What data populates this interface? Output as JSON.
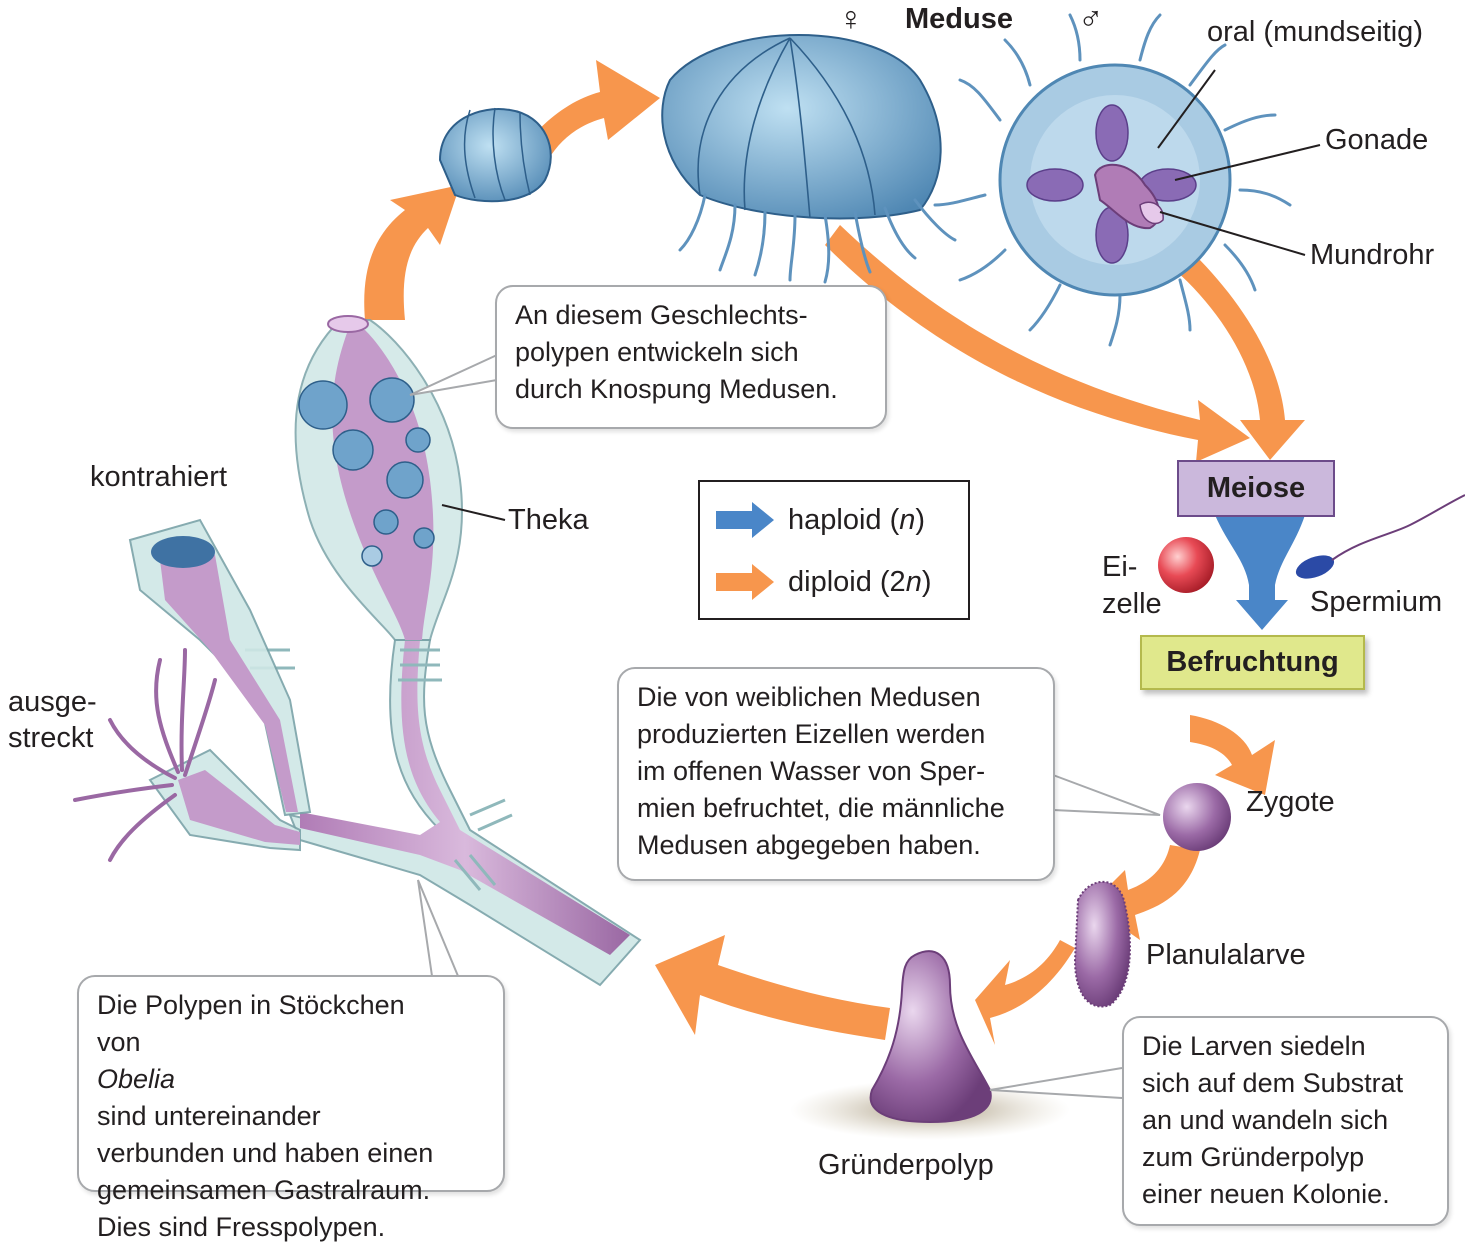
{
  "labels": {
    "female_symbol": "♀",
    "medusa_title": "Meduse",
    "male_symbol": "♂",
    "oral": "oral (mundseitig)",
    "gonade": "Gonade",
    "mundrohr": "Mundrohr",
    "theka": "Theka",
    "kontrahiert": "kontrahiert",
    "ausgestreckt_1": "ausge-",
    "ausgestreckt_2": "streckt",
    "meiose": "Meiose",
    "eizelle_1": "Ei-",
    "eizelle_2": "zelle",
    "spermium": "Spermium",
    "befruchtung": "Befruchtung",
    "zygote": "Zygote",
    "planularve": "Planulalarve",
    "gruenderpolyp": "Gründerpolyp"
  },
  "legend": {
    "haploid_text": "haploid (",
    "haploid_n": "n",
    "haploid_close": ")",
    "diploid_text": "diploid (2",
    "diploid_n": "n",
    "diploid_close": ")",
    "haploid_color": "#4a86c8",
    "diploid_color": "#f7964d"
  },
  "callouts": {
    "geschlechtspolyp": [
      "An diesem Geschlechts-",
      "polypen entwickeln sich",
      "durch Knospung Medusen."
    ],
    "befruchtet": [
      "Die von weiblichen Medusen",
      "produzierten Eizellen werden",
      "im offenen Wasser von Sper-",
      "mien befruchtet, die männliche",
      "Medusen abgegeben haben."
    ],
    "polypen": {
      "line1": "Die Polypen in Stöckchen",
      "line2_pre": "von ",
      "line2_em": "Obelia",
      "line2_post": " sind untereinander",
      "line3": "verbunden und haben einen",
      "line4": "gemeinsamen Gastralraum.",
      "line5": "Dies sind Fresspolypen."
    },
    "larven": [
      "Die Larven siedeln",
      "sich auf dem Substrat",
      "an und wandeln sich",
      "zum Gründerpolyp",
      "einer neuen Kolonie."
    ]
  },
  "colors": {
    "orange": "#f7964d",
    "blue": "#4a86c8",
    "meiose_fill": "#cbb8dc",
    "befruchtung_fill": "#e0e88c",
    "purple": "#9b6aa6",
    "medusa": "#6fa3cb"
  }
}
